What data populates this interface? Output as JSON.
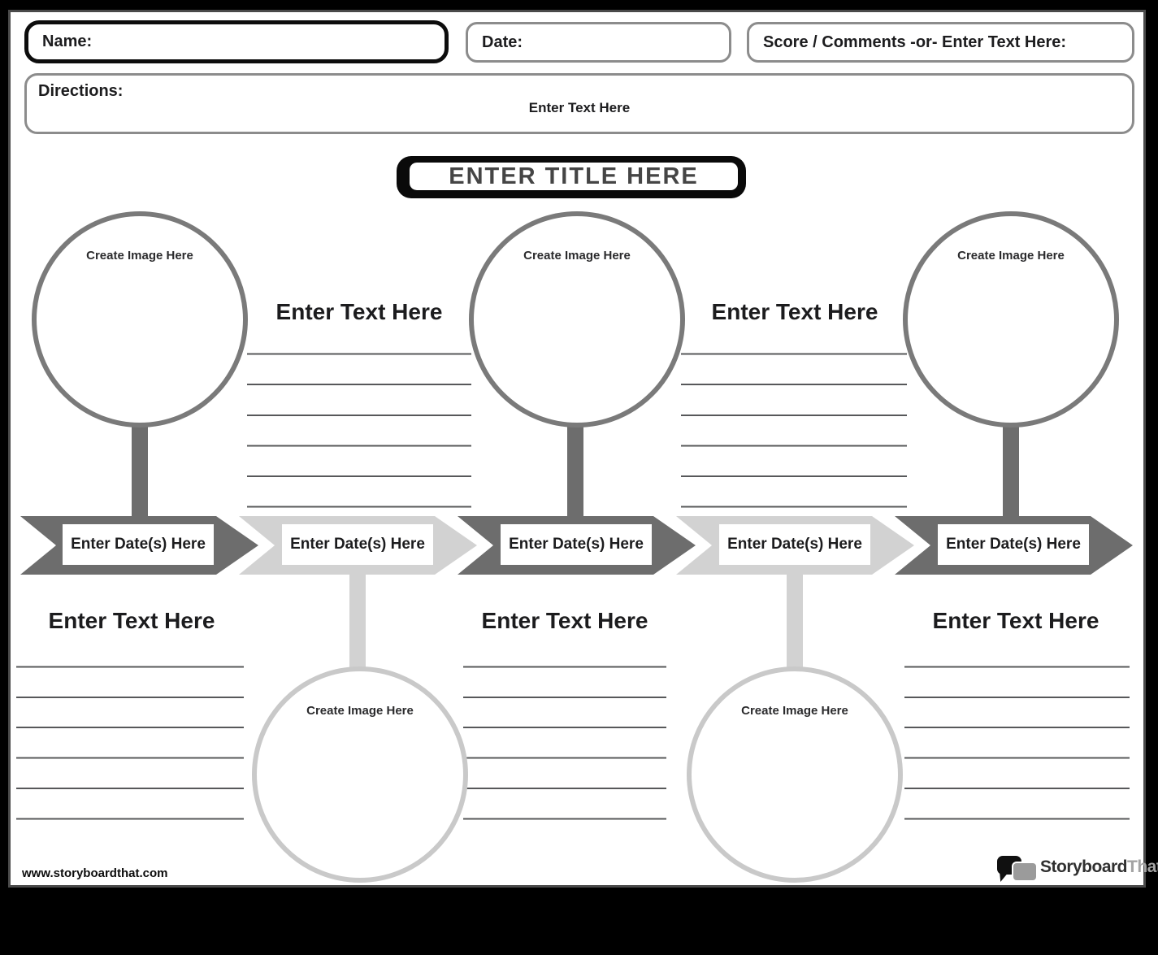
{
  "header": {
    "name_label": "Name:",
    "date_label": "Date:",
    "score_label": "Score / Comments -or- Enter Text Here:",
    "directions_label": "Directions:",
    "directions_text": "Enter Text Here"
  },
  "title": "ENTER TITLE HERE",
  "timeline": {
    "events": [
      {
        "date": "Enter Date(s) Here",
        "image": "Create Image Here",
        "heading": "Enter Text Here",
        "image_position": "top"
      },
      {
        "date": "Enter Date(s) Here",
        "image": "Create Image Here",
        "heading": "Enter Text Here",
        "image_position": "bottom"
      },
      {
        "date": "Enter Date(s) Here",
        "image": "Create Image Here",
        "heading": "Enter Text Here",
        "image_position": "top"
      },
      {
        "date": "Enter Date(s) Here",
        "image": "Create Image Here",
        "heading": "Enter Text Here",
        "image_position": "bottom"
      },
      {
        "date": "Enter Date(s) Here",
        "image": "Create Image Here",
        "heading": "Enter Text Here",
        "image_position": "top"
      }
    ],
    "colors": {
      "segment_dark": "#6d6d6d",
      "segment_light": "#d2d2d2",
      "circle_dark_border": "#7a7a7a",
      "circle_light_border": "#c9c9c9"
    }
  },
  "footer": {
    "url": "www.storyboardthat.com",
    "logo_primary": "Storyboard",
    "logo_secondary": "That"
  }
}
